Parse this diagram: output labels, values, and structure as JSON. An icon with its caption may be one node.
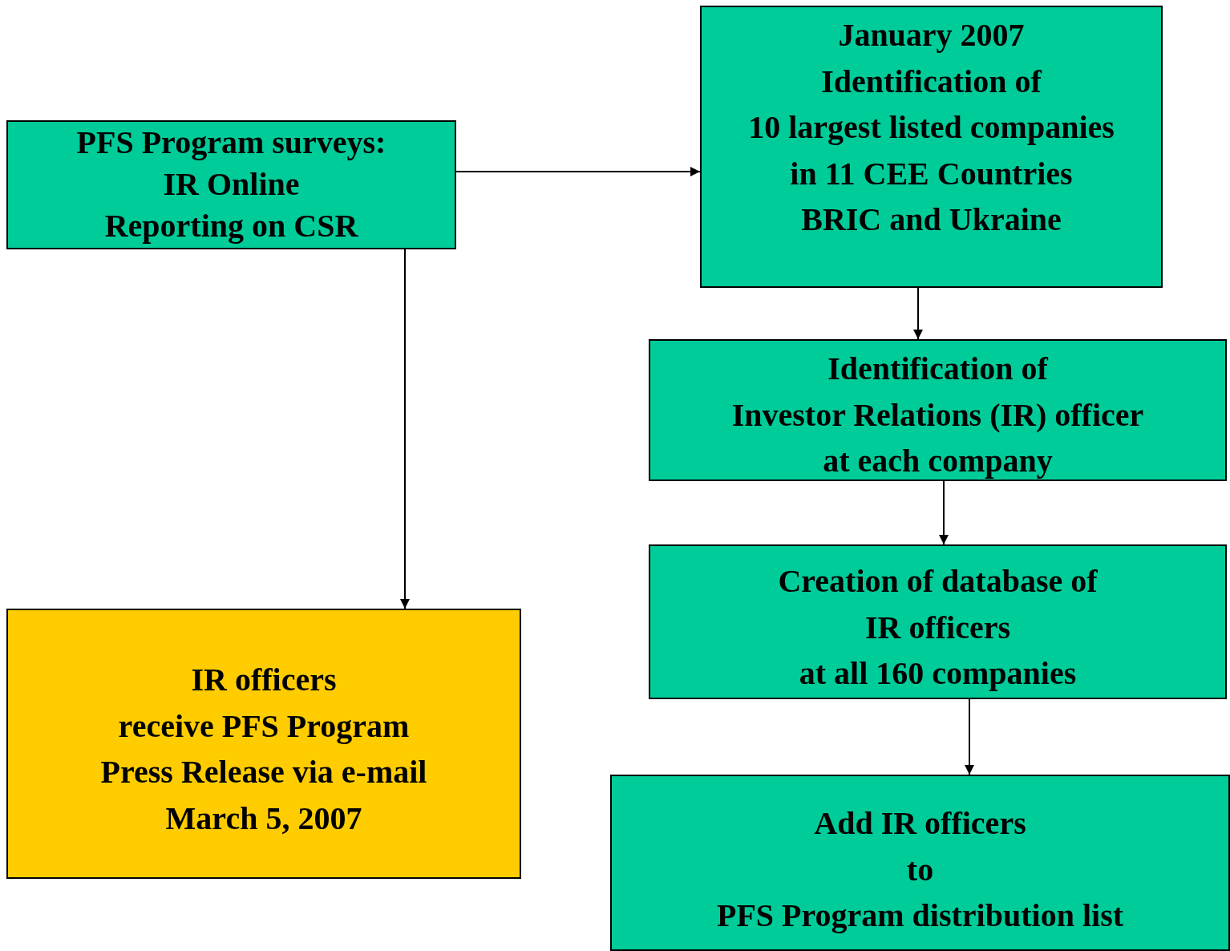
{
  "diagram": {
    "nodes": [
      {
        "text": [
          "PFS Program surveys:",
          "IR Online",
          "Reporting on CSR"
        ]
      },
      {
        "text": [
          "January 2007",
          "Identification of",
          "10 largest listed companies",
          "in 11 CEE Countries",
          "BRIC and Ukraine"
        ]
      },
      {
        "text": [
          "Identification of",
          "Investor Relations (IR) officer",
          "at each company"
        ]
      },
      {
        "text": [
          "Creation of database of",
          "IR officers",
          "at all 160 companies"
        ]
      },
      {
        "text": [
          "Add IR officers",
          "to",
          "PFS Program distribution list"
        ]
      },
      {
        "text": [
          "IR officers",
          "receive PFS Program",
          "Press Release via e-mail",
          "March 5, 2007"
        ]
      }
    ],
    "edges": [
      {
        "from": 0,
        "to": 1,
        "arrow": "to"
      },
      {
        "from": 0,
        "to": 5,
        "arrow": "to"
      },
      {
        "from": 1,
        "to": 2,
        "arrow": "to"
      },
      {
        "from": 2,
        "to": 3,
        "arrow": "to"
      },
      {
        "from": 3,
        "to": 4,
        "arrow": "to"
      }
    ]
  }
}
